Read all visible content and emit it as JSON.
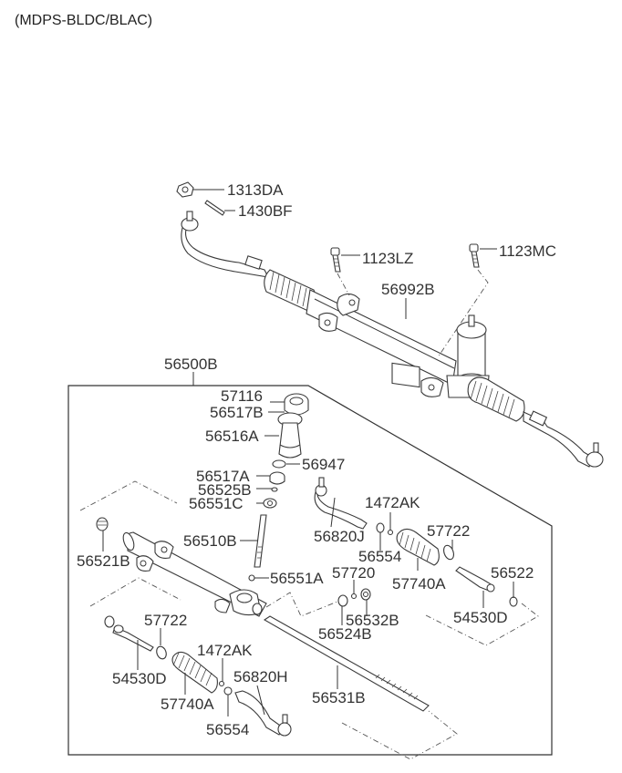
{
  "header": {
    "variant_note": "(MDPS-BLDC/BLAC)"
  },
  "diagram": {
    "title": "Power Steering Gear Box",
    "assembly_part": "56500B",
    "labels": {
      "p1313DA": "1313DA",
      "p1430BF": "1430BF",
      "p1123LZ": "1123LZ",
      "p1123MC": "1123MC",
      "p56992B": "56992B",
      "p56500B": "56500B",
      "p57116": "57116",
      "p56517B": "56517B",
      "p56516A": "56516A",
      "p56947": "56947",
      "p56517A": "56517A",
      "p56525B": "56525B",
      "p56551C": "56551C",
      "p56510B": "56510B",
      "p56551A": "56551A",
      "p56521B": "56521B",
      "p56820J": "56820J",
      "p1472AK_r": "1472AK",
      "p56554_r": "56554",
      "p57722_r": "57722",
      "p57740A_r": "57740A",
      "p56522": "56522",
      "p54530D_r": "54530D",
      "p57720": "57720",
      "p56532B": "56532B",
      "p56524B": "56524B",
      "p57722_l": "57722",
      "p54530D_l": "54530D",
      "p1472AK_l": "1472AK",
      "p57740A_l": "57740A",
      "p56820H": "56820H",
      "p56554_l": "56554",
      "p56531B": "56531B"
    }
  }
}
